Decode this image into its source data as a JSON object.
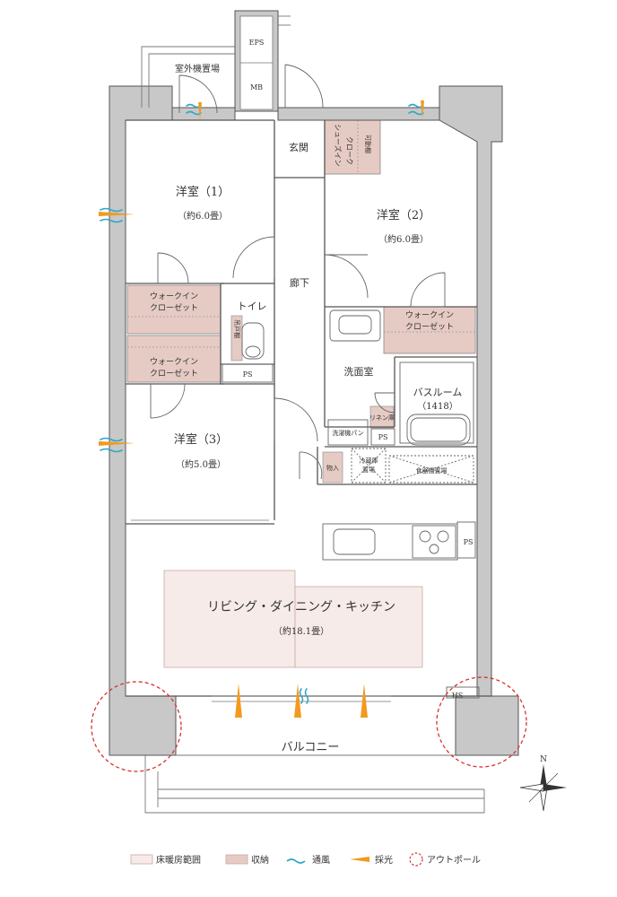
{
  "rooms": {
    "youshitsu1_name": "洋室（1）",
    "youshitsu1_size": "（約6.0畳）",
    "youshitsu2_name": "洋室（2）",
    "youshitsu2_size": "（約6.0畳）",
    "youshitsu3_name": "洋室（3）",
    "youshitsu3_size": "（約5.0畳）",
    "ldk_name": "リビング・ダイニング・キッチン",
    "ldk_size": "（約18.1畳）",
    "entrance": "玄関",
    "corridor": "廊下",
    "toilet": "トイレ",
    "washroom": "洗面室",
    "bathroom_name": "バスルーム",
    "bathroom_size": "（1418）",
    "balcony": "バルコニー",
    "outdoor_unit": "室外機置場"
  },
  "storage": {
    "walkin_a1": "ウォークイン",
    "walkin_a2": "クローゼット",
    "walkin_b1": "ウォークイン",
    "walkin_b2": "クローゼット",
    "walkin_c1": "ウォークイン",
    "walkin_c2": "クローゼット",
    "shoes1": "シューズイン",
    "shoes2": "クローク",
    "movable_shelf": "可動棚",
    "hanging_shelf": "吊戸棚",
    "linen": "リネン庫",
    "washer_pan": "洗濯機パン",
    "mono": "物入",
    "fridge1": "冷蔵庫",
    "fridge2": "置場",
    "dish_shelf": "食器棚置場"
  },
  "codes": {
    "eps": "EPS",
    "mb": "MB",
    "ps_toilet": "PS",
    "ps_wash": "PS",
    "ps_kitchen": "PS",
    "hs": "HS",
    "compass_n": "N"
  },
  "legend": {
    "floor_heating": "床暖房範囲",
    "storage": "収納",
    "ventilation": "通風",
    "daylight": "採光",
    "outpole": "アウトポール"
  },
  "colors": {
    "wall": "#c8c8c8",
    "floor_heating": "#f7ebe9",
    "storage": "#e6cbc4",
    "ventilation": "#2fa6c8",
    "daylight": "#f29a1d",
    "outpole": "#d9312e"
  }
}
